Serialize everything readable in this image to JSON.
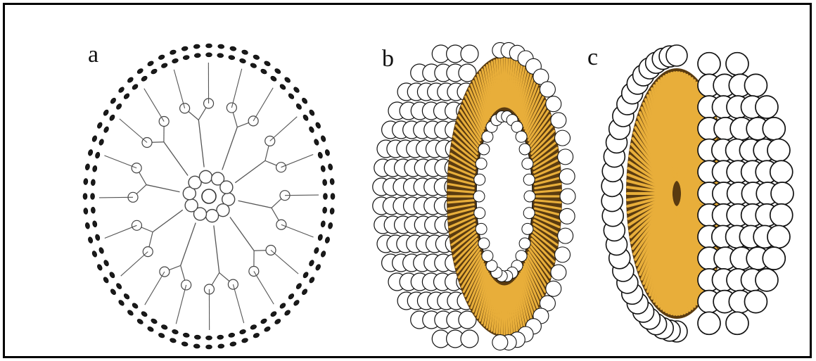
{
  "figure": {
    "panels": [
      {
        "label": "a"
      },
      {
        "label": "b"
      },
      {
        "label": "c"
      }
    ],
    "colors": {
      "frame": "#000000",
      "head_fill": "#ffffff",
      "head_stroke": "#111111",
      "tail": "#e8ae3a",
      "tail_shadow": "#5a3b10",
      "dendron_line": "#555555"
    }
  }
}
